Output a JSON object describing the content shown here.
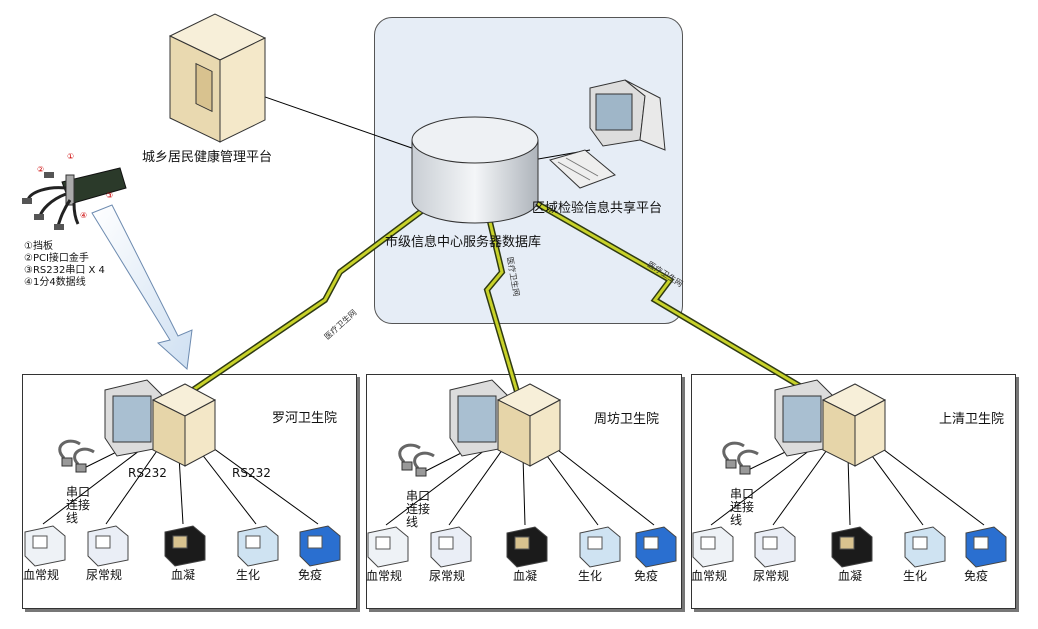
{
  "platform": {
    "health_mgmt": "城乡居民健康管理平台",
    "lab_share": "区域检验信息共享平台",
    "db_server": "市级信息中心服务器数据库"
  },
  "network": {
    "link_left": "医疗卫生网",
    "link_mid": "医疗卫生网",
    "link_right": "医疗卫生网"
  },
  "card_notes": [
    "①挡板",
    "②PCI接口金手",
    "③RS232串口 X 4",
    "④1分4数据线"
  ],
  "card_markers": [
    "①",
    "②",
    "③",
    "④"
  ],
  "hospitals": [
    {
      "name": "罗河卫生院",
      "cable": "串口\n连接\n线",
      "rs232": [
        "RS232",
        "RS232"
      ],
      "devices": [
        "血常规",
        "尿常规",
        "血凝",
        "生化",
        "免疫"
      ]
    },
    {
      "name": "周坊卫生院",
      "cable": "串口\n连接\n线",
      "devices": [
        "血常规",
        "尿常规",
        "血凝",
        "生化",
        "免疫"
      ]
    },
    {
      "name": "上清卫生院",
      "cable": "串口\n连接\n线",
      "devices": [
        "血常规",
        "尿常规",
        "血凝",
        "生化",
        "免疫"
      ]
    }
  ],
  "colors": {
    "lightning": "#c8d22a",
    "panel": "#e6edf6",
    "tower": "#f1e5c6"
  },
  "icons": [
    "server-tower-icon",
    "database-cylinder-icon",
    "workstation-icon",
    "pci-serial-card-icon",
    "serial-cable-icon",
    "lab-instrument-icon"
  ]
}
